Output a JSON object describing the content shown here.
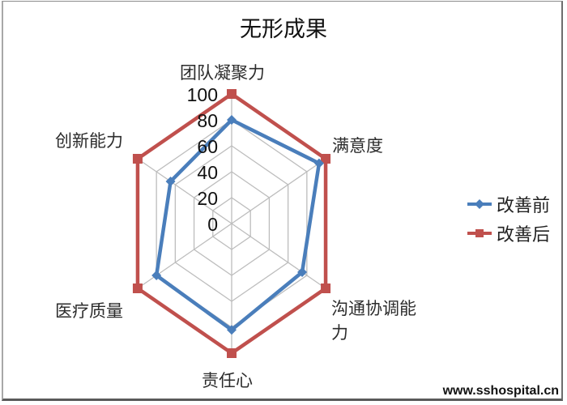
{
  "chart_data": {
    "type": "radar",
    "title": "无形成果",
    "categories": [
      "团队凝聚力",
      "满意度",
      "沟通协调能力",
      "责任心",
      "医疗质量",
      "创新能力"
    ],
    "series": [
      {
        "name": "改善前",
        "color": "#4a7ebb",
        "marker": "diamond",
        "values": [
          80,
          93,
          75,
          82,
          80,
          65
        ]
      },
      {
        "name": "改善后",
        "color": "#c0504d",
        "marker": "square",
        "values": [
          100,
          100,
          100,
          100,
          100,
          100
        ]
      }
    ],
    "radial_ticks": [
      "0",
      "20",
      "40",
      "60",
      "80",
      "100"
    ],
    "rlim": [
      0,
      100
    ],
    "grid": true,
    "legend_position": "right"
  },
  "labels": {
    "title": "无形成果",
    "axis_0": "团队凝聚力",
    "axis_1": "满意度",
    "axis_2_line1": "沟通协调能",
    "axis_2_line2": "力",
    "axis_3": "责任心",
    "axis_4": "医疗质量",
    "axis_5": "创新能力",
    "legend_0": "改善前",
    "legend_1": "改善后",
    "watermark": "www.sshospital.cn"
  }
}
